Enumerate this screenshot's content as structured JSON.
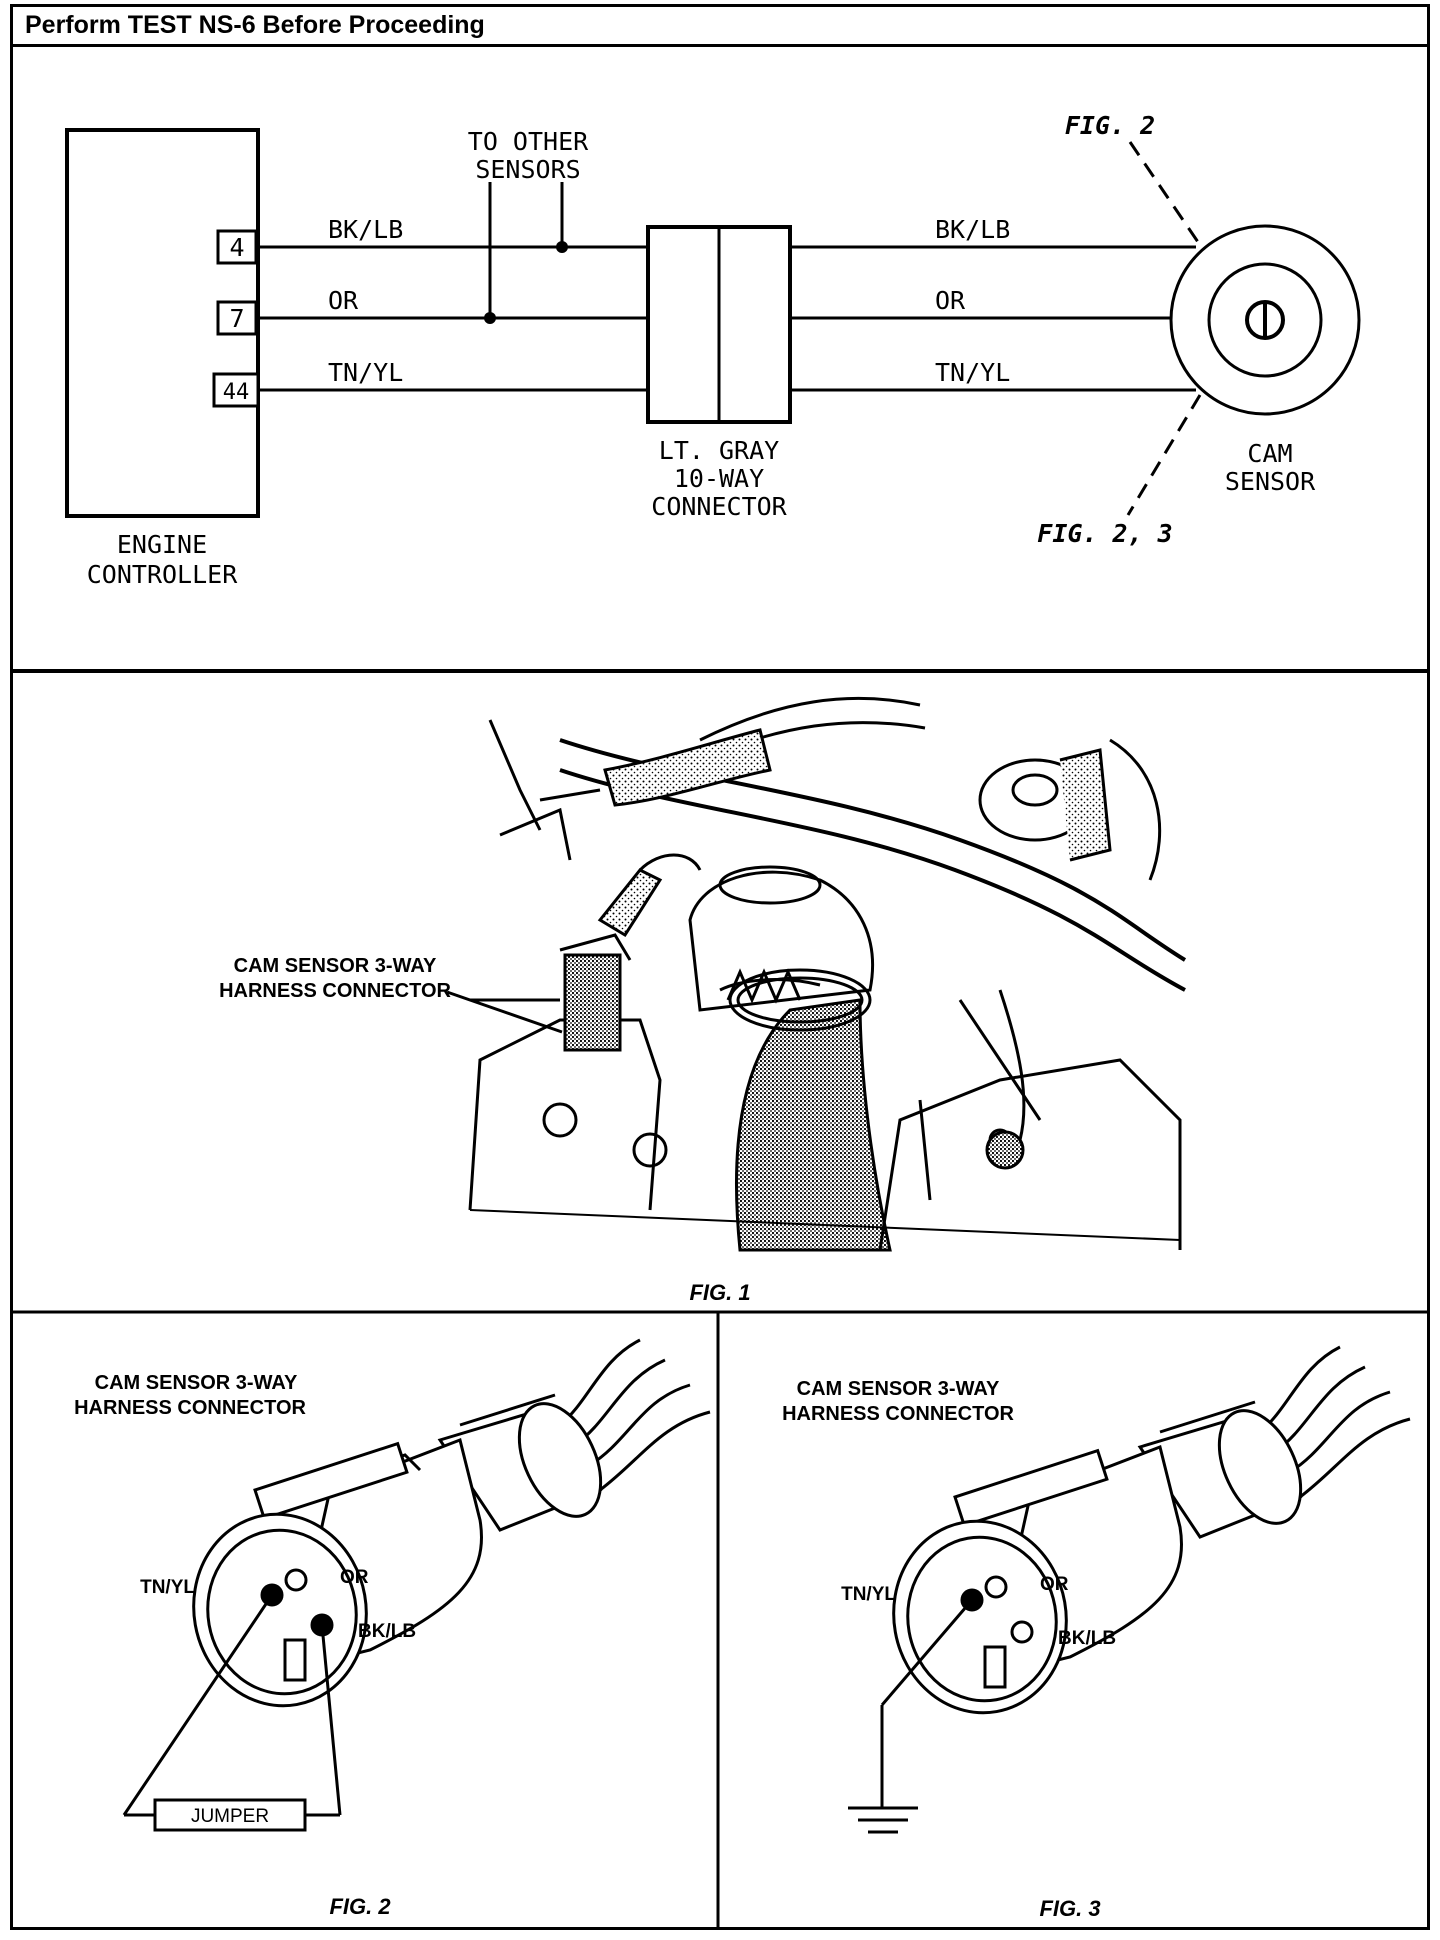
{
  "header": {
    "title": "Perform TEST NS-6 Before Proceeding"
  },
  "schematic": {
    "engine_controller": [
      "ENGINE",
      "CONTROLLER"
    ],
    "pins": [
      "4",
      "7",
      "44"
    ],
    "wires_left": [
      "BK/LB",
      "OR",
      "TN/YL"
    ],
    "wires_right": [
      "BK/LB",
      "OR",
      "TN/YL"
    ],
    "other_sensors": [
      "TO OTHER",
      "SENSORS"
    ],
    "connector": [
      "LT. GRAY",
      "10-WAY",
      "CONNECTOR"
    ],
    "cam_sensor": [
      "CAM",
      "SENSOR"
    ],
    "ref_top": "FIG. 2",
    "ref_bottom": "FIG. 2, 3"
  },
  "fig1": {
    "callout": [
      "CAM SENSOR 3-WAY",
      "HARNESS CONNECTOR"
    ],
    "caption": "FIG. 1"
  },
  "fig2": {
    "callout": [
      "CAM SENSOR 3-WAY",
      "HARNESS CONNECTOR"
    ],
    "pin_labels": {
      "tn": "TN/YL",
      "or": "OR",
      "bk": "BK/LB"
    },
    "jumper": "JUMPER",
    "caption": "FIG. 2"
  },
  "fig3": {
    "callout": [
      "CAM SENSOR 3-WAY",
      "HARNESS CONNECTOR"
    ],
    "pin_labels": {
      "tn": "TN/YL",
      "or": "OR",
      "bk": "BK/LB"
    },
    "caption": "FIG. 3"
  }
}
